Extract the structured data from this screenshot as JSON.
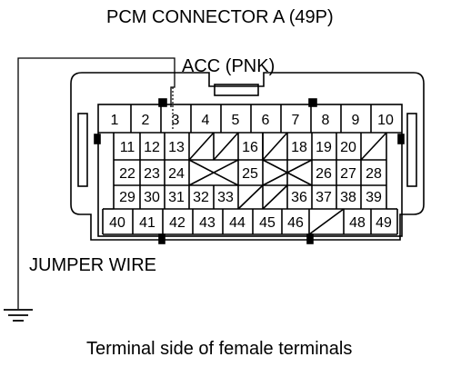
{
  "title": "PCM CONNECTOR A (49P)",
  "wire_label": "ACC (PNK)",
  "jumper_label": "JUMPER WIRE",
  "caption": "Terminal side of female terminals",
  "terminals": [
    "1",
    "2",
    "3",
    "4",
    "5",
    "6",
    "7",
    "8",
    "9",
    "10",
    "11",
    "12",
    "13",
    "16",
    "18",
    "19",
    "20",
    "22",
    "23",
    "24",
    "25",
    "26",
    "27",
    "28",
    "29",
    "30",
    "31",
    "32",
    "33",
    "36",
    "37",
    "38",
    "39",
    "40",
    "41",
    "42",
    "43",
    "44",
    "45",
    "46",
    "48",
    "49"
  ],
  "icons": [
    "ground-icon"
  ]
}
